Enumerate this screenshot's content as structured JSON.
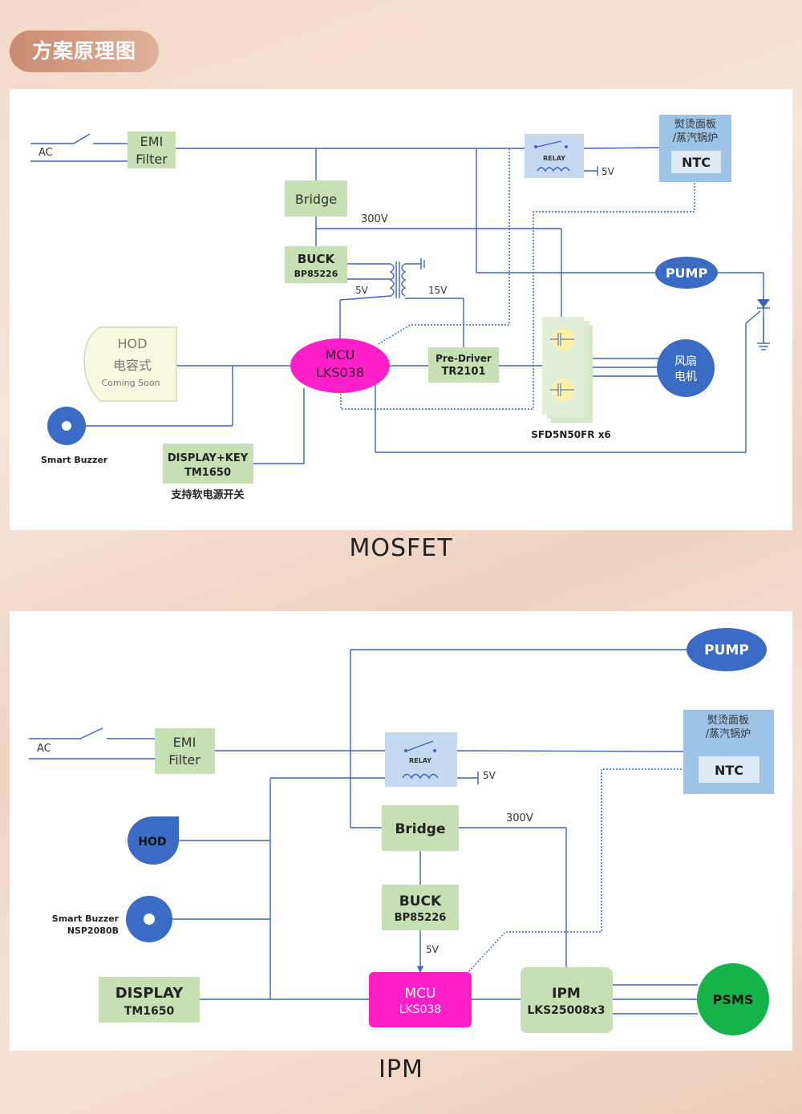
{
  "header": {
    "title": "方案原理图"
  },
  "mosfet": {
    "caption": "MOSFET",
    "ac": "AC",
    "emi": [
      "EMI",
      "Filter"
    ],
    "bridge": "Bridge",
    "v300": "300V",
    "buck": [
      "BUCK",
      "BP85226"
    ],
    "v5": "5V",
    "v15": "15V",
    "relay": "RELAY",
    "relay_v": "5V",
    "iron": [
      "熨烫面板",
      "/蒸汽锅炉"
    ],
    "ntc": "NTC",
    "pump": "PUMP",
    "hod": [
      "HOD",
      "电容式",
      "Coming Soon"
    ],
    "mcu": [
      "MCU",
      "LKS038"
    ],
    "predriver": [
      "Pre-Driver",
      "TR2101"
    ],
    "mosfets": "SFD5N50FR x6",
    "fan": [
      "风扇",
      "电机"
    ],
    "buzzer": "Smart Buzzer",
    "display": [
      "DISPLAY+KEY",
      "TM1650"
    ],
    "softswitch": "支持软电源开关"
  },
  "ipm": {
    "caption": "IPM",
    "ac": "AC",
    "emi": [
      "EMI",
      "Filter"
    ],
    "relay": "RELAY",
    "relay_v": "5V",
    "pump": "PUMP",
    "iron": [
      "熨烫面板",
      "/蒸汽锅炉"
    ],
    "ntc": "NTC",
    "hod": "HOD",
    "bridge": "Bridge",
    "v300": "300V",
    "buzzer": [
      "Smart Buzzer",
      "NSP2080B"
    ],
    "buck": [
      "BUCK",
      "BP85226"
    ],
    "v5": "5V",
    "display": [
      "DISPLAY",
      "TM1650"
    ],
    "mcu": [
      "MCU",
      "LKS038"
    ],
    "ipmbox": [
      "IPM",
      "LKS25008x3"
    ],
    "psms": "PSMS"
  },
  "colors": {
    "line": "#3b63c4",
    "green_box": "#c6e0b4",
    "mcu": "#ff1fc8",
    "blue_node": "#3a6cc6",
    "light_blue": "#9dc3e6",
    "psms": "#15b34a"
  }
}
